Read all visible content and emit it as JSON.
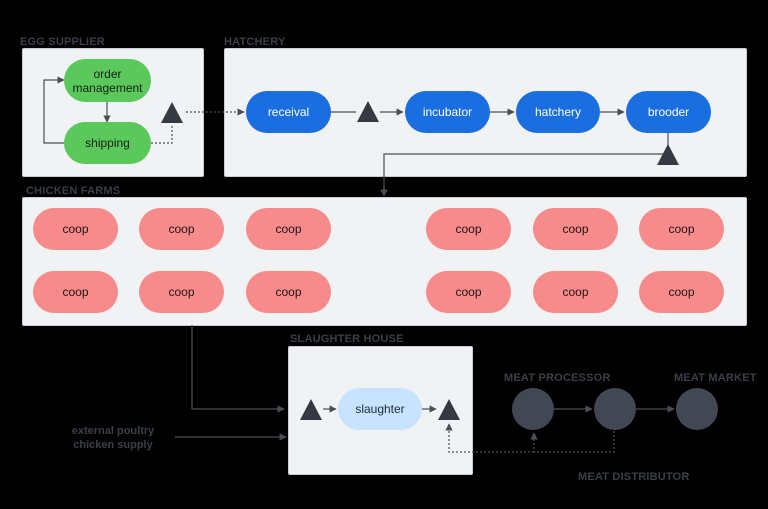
{
  "sections": {
    "egg_supplier": "EGG SUPPLIER",
    "hatchery": "HATCHERY",
    "chicken_farms": "CHICKEN FARMS",
    "slaughter_house": "SLAUGHTER HOUSE",
    "meat_processor": "MEAT PROCESSOR",
    "meat_market": "MEAT MARKET",
    "meat_distributor": "MEAT DISTRIBUTOR"
  },
  "egg_supplier": {
    "order_management": "order management",
    "shipping": "shipping"
  },
  "hatchery": {
    "receival": "receival",
    "incubator": "incubator",
    "hatchery": "hatchery",
    "brooder": "brooder"
  },
  "farms": {
    "coops": [
      "coop",
      "coop",
      "coop",
      "coop",
      "coop",
      "coop",
      "coop",
      "coop",
      "coop",
      "coop",
      "coop",
      "coop"
    ]
  },
  "slaughter": {
    "slaughter": "slaughter"
  },
  "external": {
    "line1": "external poultry",
    "line2": "chicken supply"
  },
  "colors": {
    "background": "#000000",
    "panel": "#f1f2f4",
    "green": "#5ac85a",
    "blue": "#1a6ee0",
    "pink": "#f78b8b",
    "light_blue": "#c7e3ff",
    "node_dark": "#414853",
    "connector": "#4a4f57"
  }
}
